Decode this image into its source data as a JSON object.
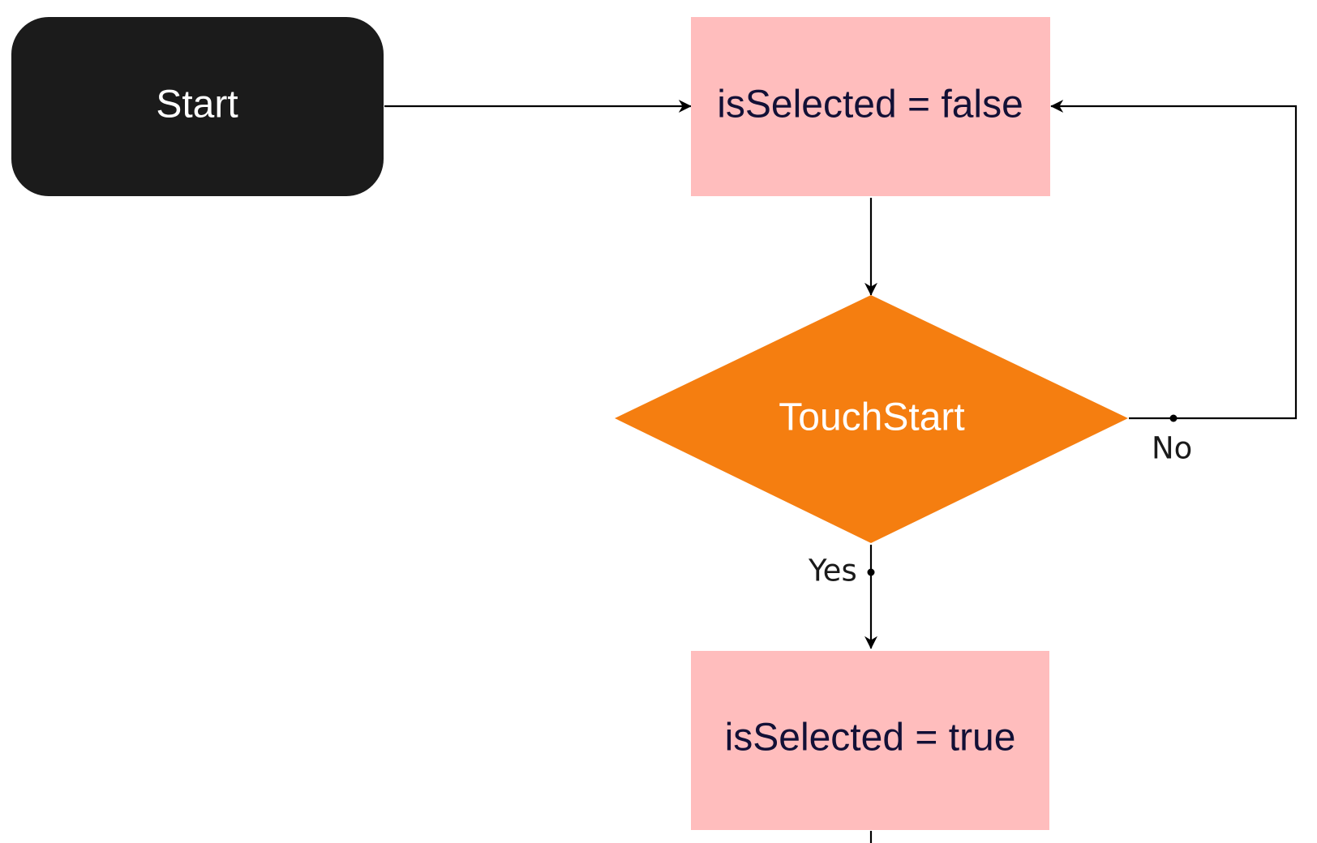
{
  "colors": {
    "start_fill": "#1b1b1b",
    "start_text": "#ffffff",
    "process_fill": "#ffbdbd",
    "process_text": "#121036",
    "decision_fill": "#f57e10",
    "decision_text": "#ffffff",
    "edge": "#000000",
    "edge_label": "#1a1a1a"
  },
  "nodes": {
    "start": {
      "label": "Start",
      "shape": "rounded-rectangle"
    },
    "init": {
      "label": "isSelected = false",
      "shape": "rectangle"
    },
    "decision": {
      "label": "TouchStart",
      "shape": "diamond"
    },
    "selected": {
      "label": "isSelected = true",
      "shape": "rectangle"
    }
  },
  "edges": [
    {
      "from": "start",
      "to": "init",
      "label": ""
    },
    {
      "from": "init",
      "to": "decision",
      "label": ""
    },
    {
      "from": "decision",
      "to": "init",
      "label": "No"
    },
    {
      "from": "decision",
      "to": "selected",
      "label": "Yes"
    },
    {
      "from": "selected",
      "to": "",
      "label": ""
    }
  ]
}
